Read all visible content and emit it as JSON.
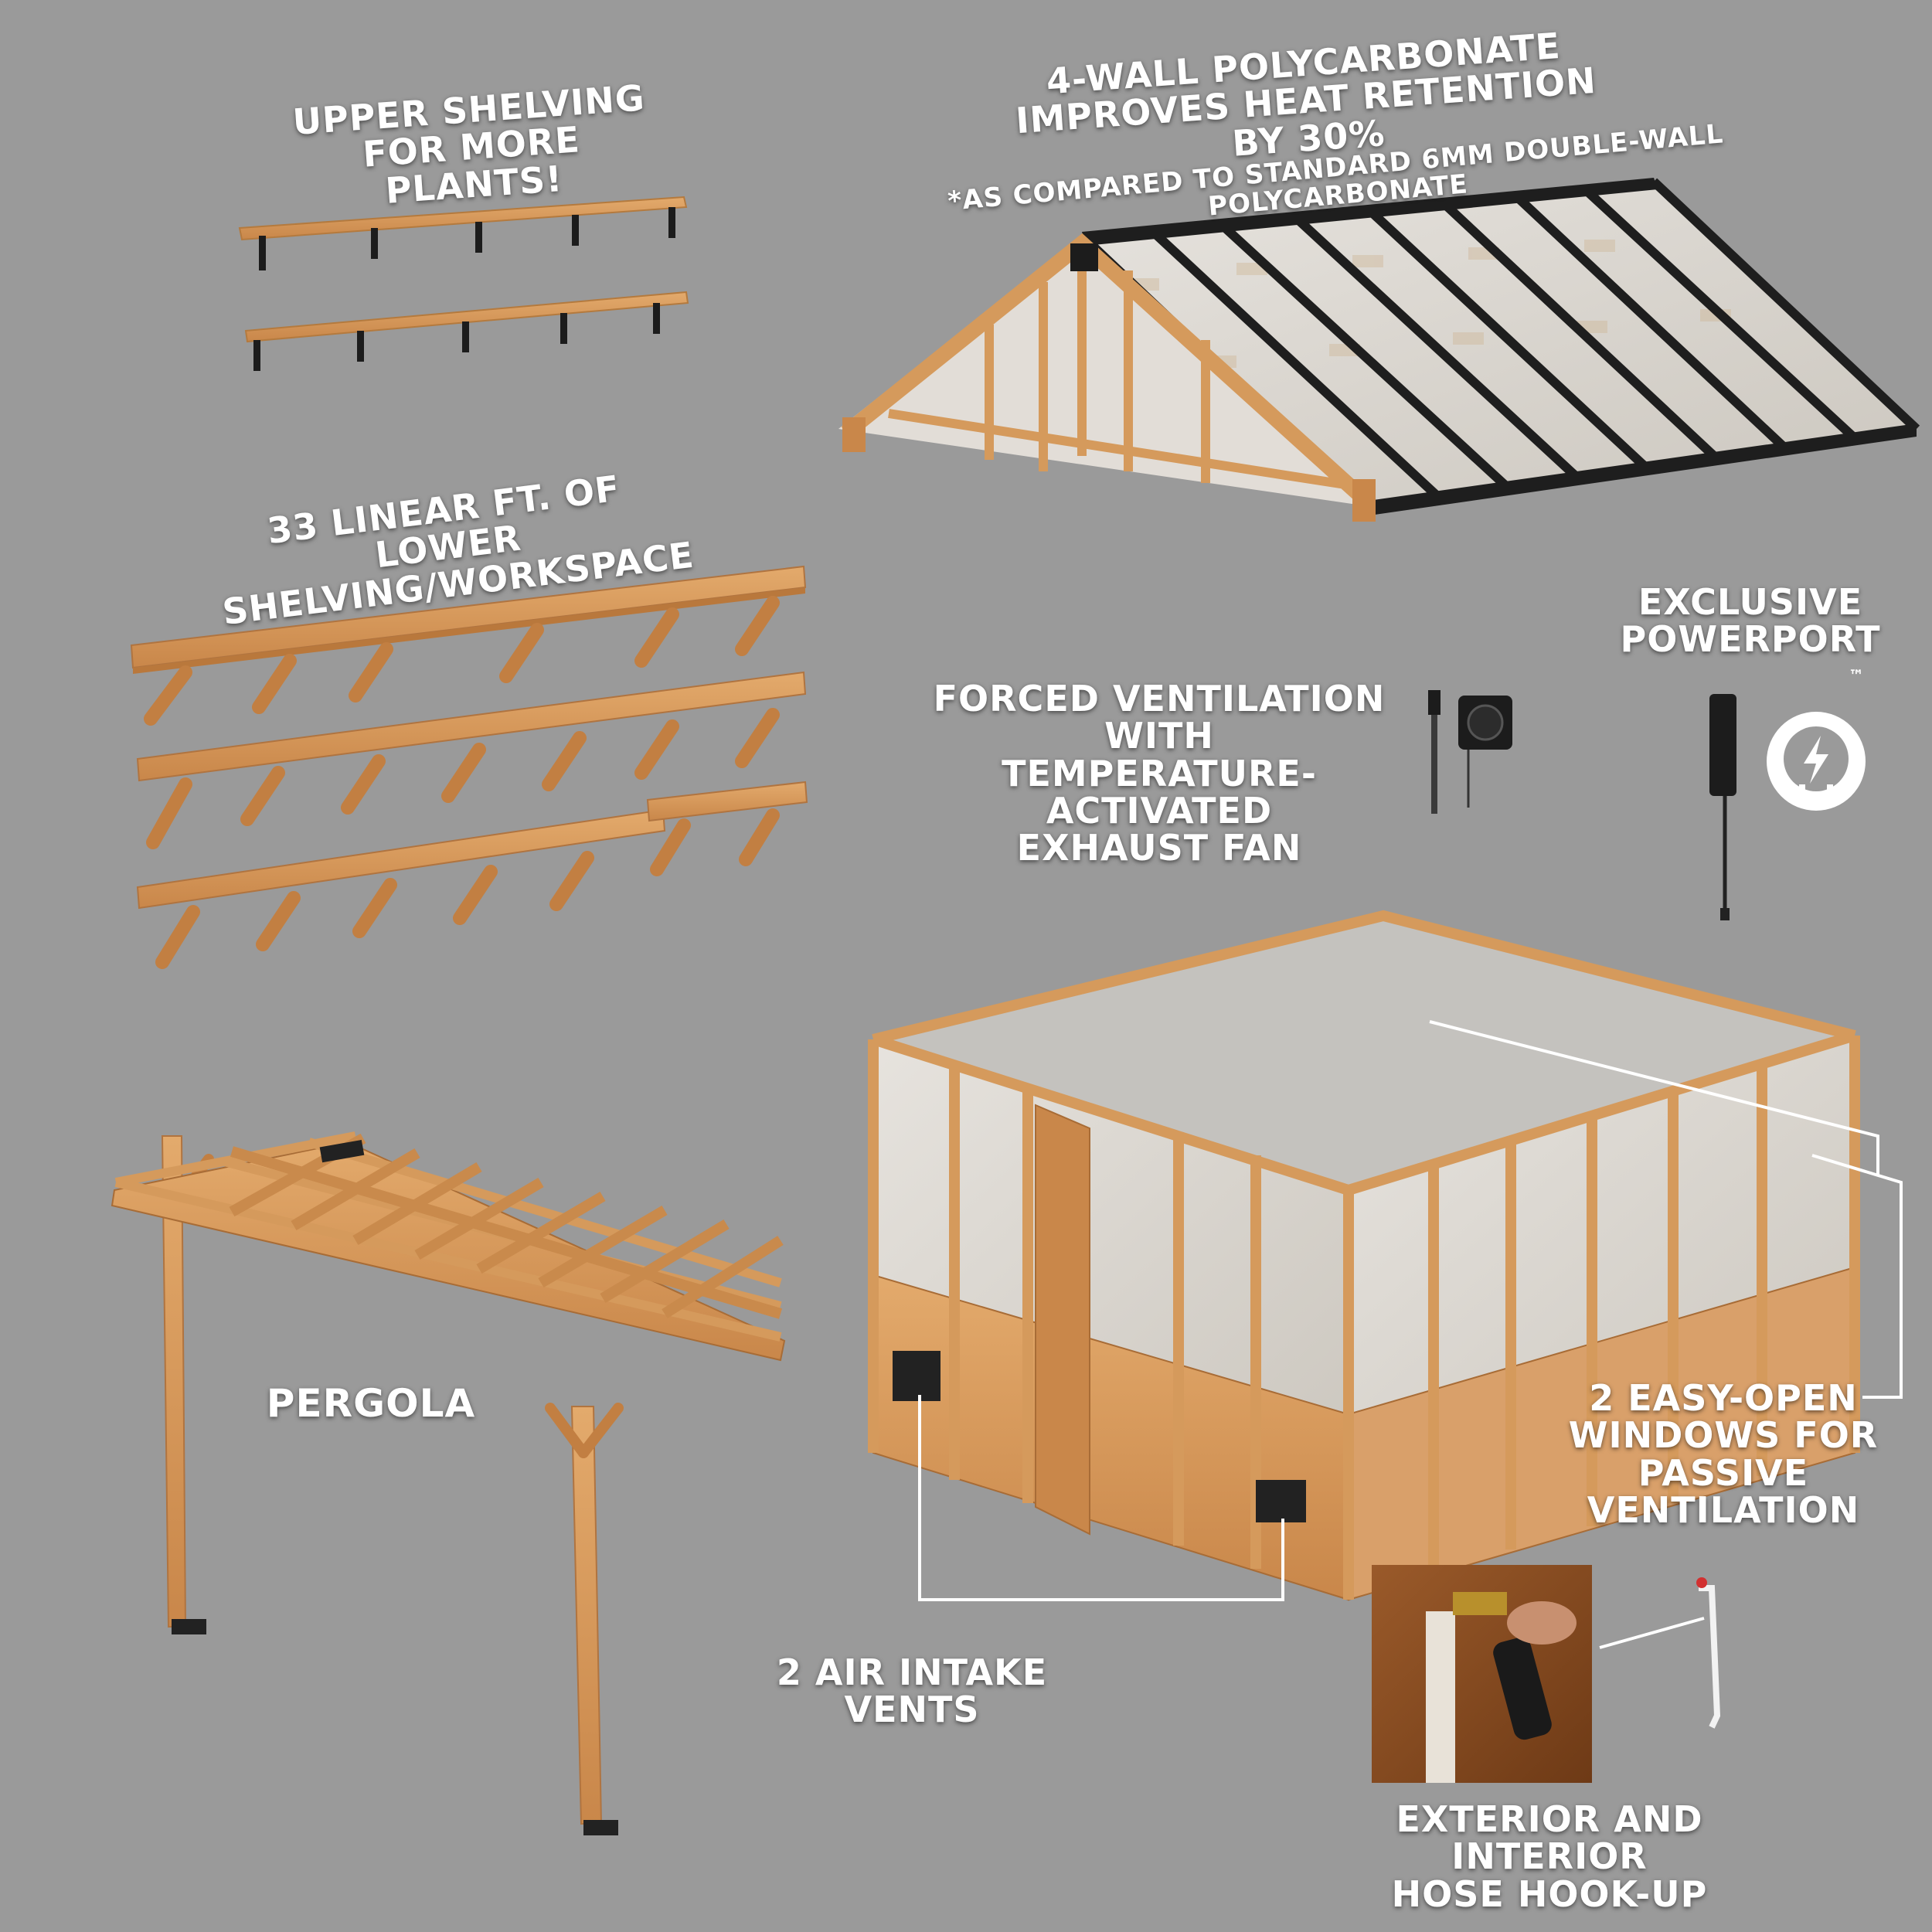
{
  "colors": {
    "background": "#9a9a9a",
    "wood": "#d59a5c",
    "wood_dark": "#b9783c",
    "metal": "#222222",
    "panel": "#e9e4dc",
    "label_text": "#ffffff",
    "callout_line": "#ffffff"
  },
  "labels": {
    "upper_shelving": [
      "UPPER SHELVING",
      "FOR MORE PLANTS!"
    ],
    "roof": [
      "4-WALL POLYCARBONATE",
      "IMPROVES HEAT RETENTION BY 30%"
    ],
    "roof_note": "*AS COMPARED TO STANDARD 6MM DOUBLE-WALL POLYCARBONATE",
    "lower_shelving": [
      "33 LINEAR FT. OF LOWER",
      "SHELVING/WORKSPACE"
    ],
    "powerport": [
      "EXCLUSIVE",
      "POWERPORT"
    ],
    "trademark": "™",
    "fan": [
      "FORCED VENTILATION WITH",
      "TEMPERATURE-ACTIVATED",
      "EXHAUST FAN"
    ],
    "pergola": "PERGOLA",
    "windows": [
      "2 EASY-OPEN",
      "WINDOWS FOR",
      "PASSIVE VENTILATION"
    ],
    "vents": "2 AIR INTAKE VENTS",
    "hose": [
      "EXTERIOR AND INTERIOR",
      "HOSE HOOK-UP"
    ]
  },
  "icons": {
    "powerport": "power-plug-icon",
    "fan": "exhaust-fan-icon",
    "hose_photo": "hose-spigot-photo",
    "hose_pipe": "hose-pipe-icon"
  }
}
